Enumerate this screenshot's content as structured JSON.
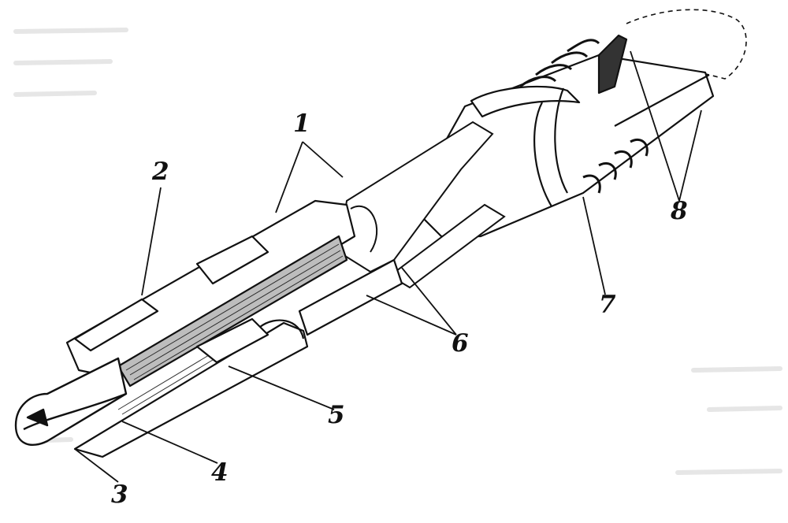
{
  "colors": {
    "ink": "#111111",
    "paper": "#ffffff",
    "bleed": "#e6e6e6"
  },
  "callouts": {
    "c1": "1",
    "c2": "2",
    "c3": "3",
    "c4": "4",
    "c5": "5",
    "c6": "6",
    "c7": "7",
    "c8": "8"
  }
}
